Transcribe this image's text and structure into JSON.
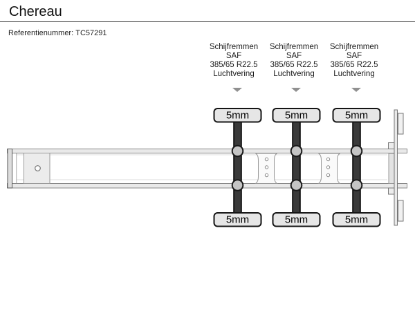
{
  "header": {
    "title": "Chereau",
    "reference_label": "Referentienummer:",
    "reference_value": "TC57291"
  },
  "axles": [
    {
      "brakes": "Schijfremmen",
      "brand": "SAF",
      "tire_size": "385/65 R22.5",
      "suspension": "Luchtvering",
      "top_tread": "5mm",
      "bottom_tread": "5mm"
    },
    {
      "brakes": "Schijfremmen",
      "brand": "SAF",
      "tire_size": "385/65 R22.5",
      "suspension": "Luchtvering",
      "top_tread": "5mm",
      "bottom_tread": "5mm"
    },
    {
      "brakes": "Schijfremmen",
      "brand": "SAF",
      "tire_size": "385/65 R22.5",
      "suspension": "Luchtvering",
      "top_tread": "5mm",
      "bottom_tread": "5mm"
    }
  ],
  "icons": {
    "axle_pointer": "triangle-down"
  },
  "colors": {
    "axle_beam": "#3a3a3a",
    "hub_fill": "#c4c4c4",
    "tread_label_fill": "#e6e6e6",
    "tread_label_border": "#141414",
    "chassis_fill": "#e9e9e9",
    "chassis_stroke": "#888888",
    "arrow": "#909090",
    "divider": "#3f3f3f"
  }
}
